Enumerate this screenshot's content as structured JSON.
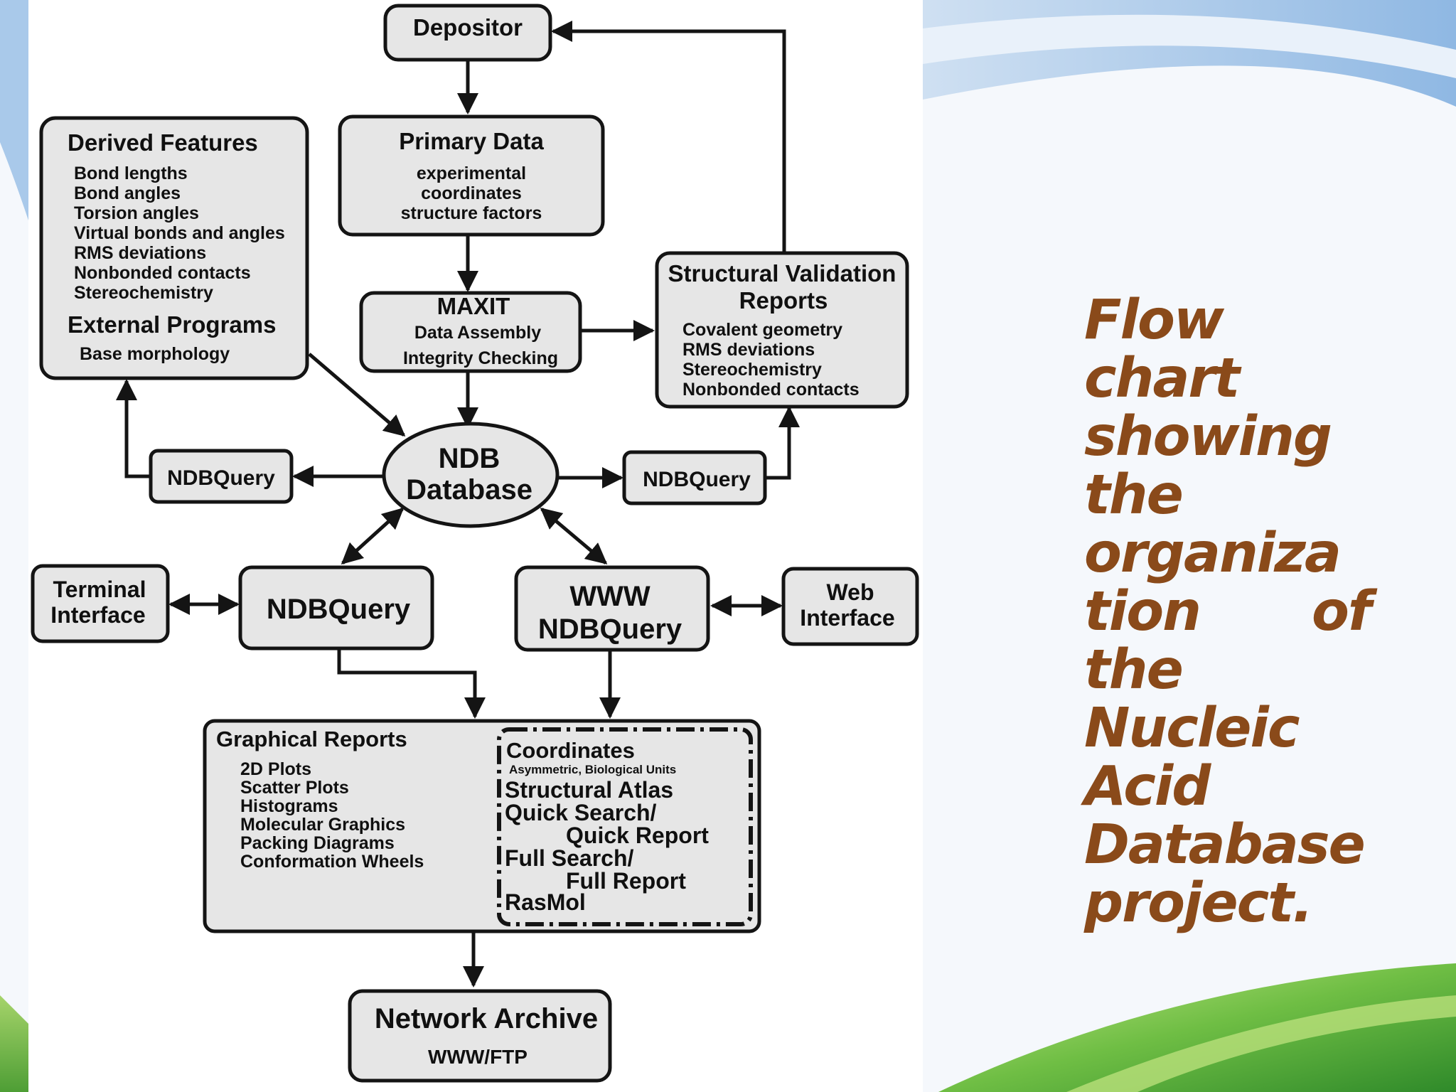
{
  "slide": {
    "caption_lines": [
      "Flow",
      "chart",
      "showing",
      "the",
      "organiza",
      "tion",
      "of",
      "the",
      "Nucleic",
      "Acid",
      "Database",
      "project."
    ],
    "caption_color": "#8a4a1a",
    "accent_colors": {
      "sky_blue": "#a9c9ea",
      "grass_green": "#5fae3a",
      "grass_light": "#b9e07a"
    }
  },
  "diagram": {
    "depositor": "Depositor",
    "primary_data": {
      "title": "Primary Data",
      "items": [
        "experimental",
        "coordinates",
        "structure factors"
      ]
    },
    "derived_features": {
      "title": "Derived Features",
      "items": [
        "Bond lengths",
        "Bond angles",
        "Torsion angles",
        "Virtual bonds and angles",
        "RMS deviations",
        "Nonbonded contacts",
        "Stereochemistry"
      ],
      "external_title": "External Programs",
      "external_items": [
        "Base morphology"
      ]
    },
    "maxit": {
      "title": "MAXIT",
      "items": [
        "Data Assembly",
        "Integrity Checking"
      ]
    },
    "validation": {
      "title_lines": [
        "Structural Validation",
        "Reports"
      ],
      "items": [
        "Covalent geometry",
        "RMS deviations",
        "Stereochemistry",
        "Nonbonded contacts"
      ]
    },
    "ndb_database": [
      "NDB",
      "Database"
    ],
    "ndbquery_left": "NDBQuery",
    "ndbquery_right": "NDBQuery",
    "terminal_interface": [
      "Terminal",
      "Interface"
    ],
    "ndbquery_main": "NDBQuery",
    "www_ndbquery": [
      "WWW",
      "NDBQuery"
    ],
    "web_interface": [
      "Web",
      "Interface"
    ],
    "graphical_reports": {
      "title": "Graphical Reports",
      "items": [
        "2D Plots",
        "Scatter Plots",
        "Histograms",
        "Molecular Graphics",
        "Packing Diagrams",
        "Conformation Wheels"
      ]
    },
    "coordinates_panel": {
      "title": "Coordinates",
      "subtitle": "Asymmetric, Biological Units",
      "structural_atlas": "Structural Atlas",
      "quick_search": "Quick Search/",
      "quick_report": "Quick Report",
      "full_search": "Full Search/",
      "full_report": "Full Report",
      "rasmol": "RasMol"
    },
    "network_archive": {
      "title": "Network Archive",
      "subtitle": "WWW/FTP"
    }
  }
}
